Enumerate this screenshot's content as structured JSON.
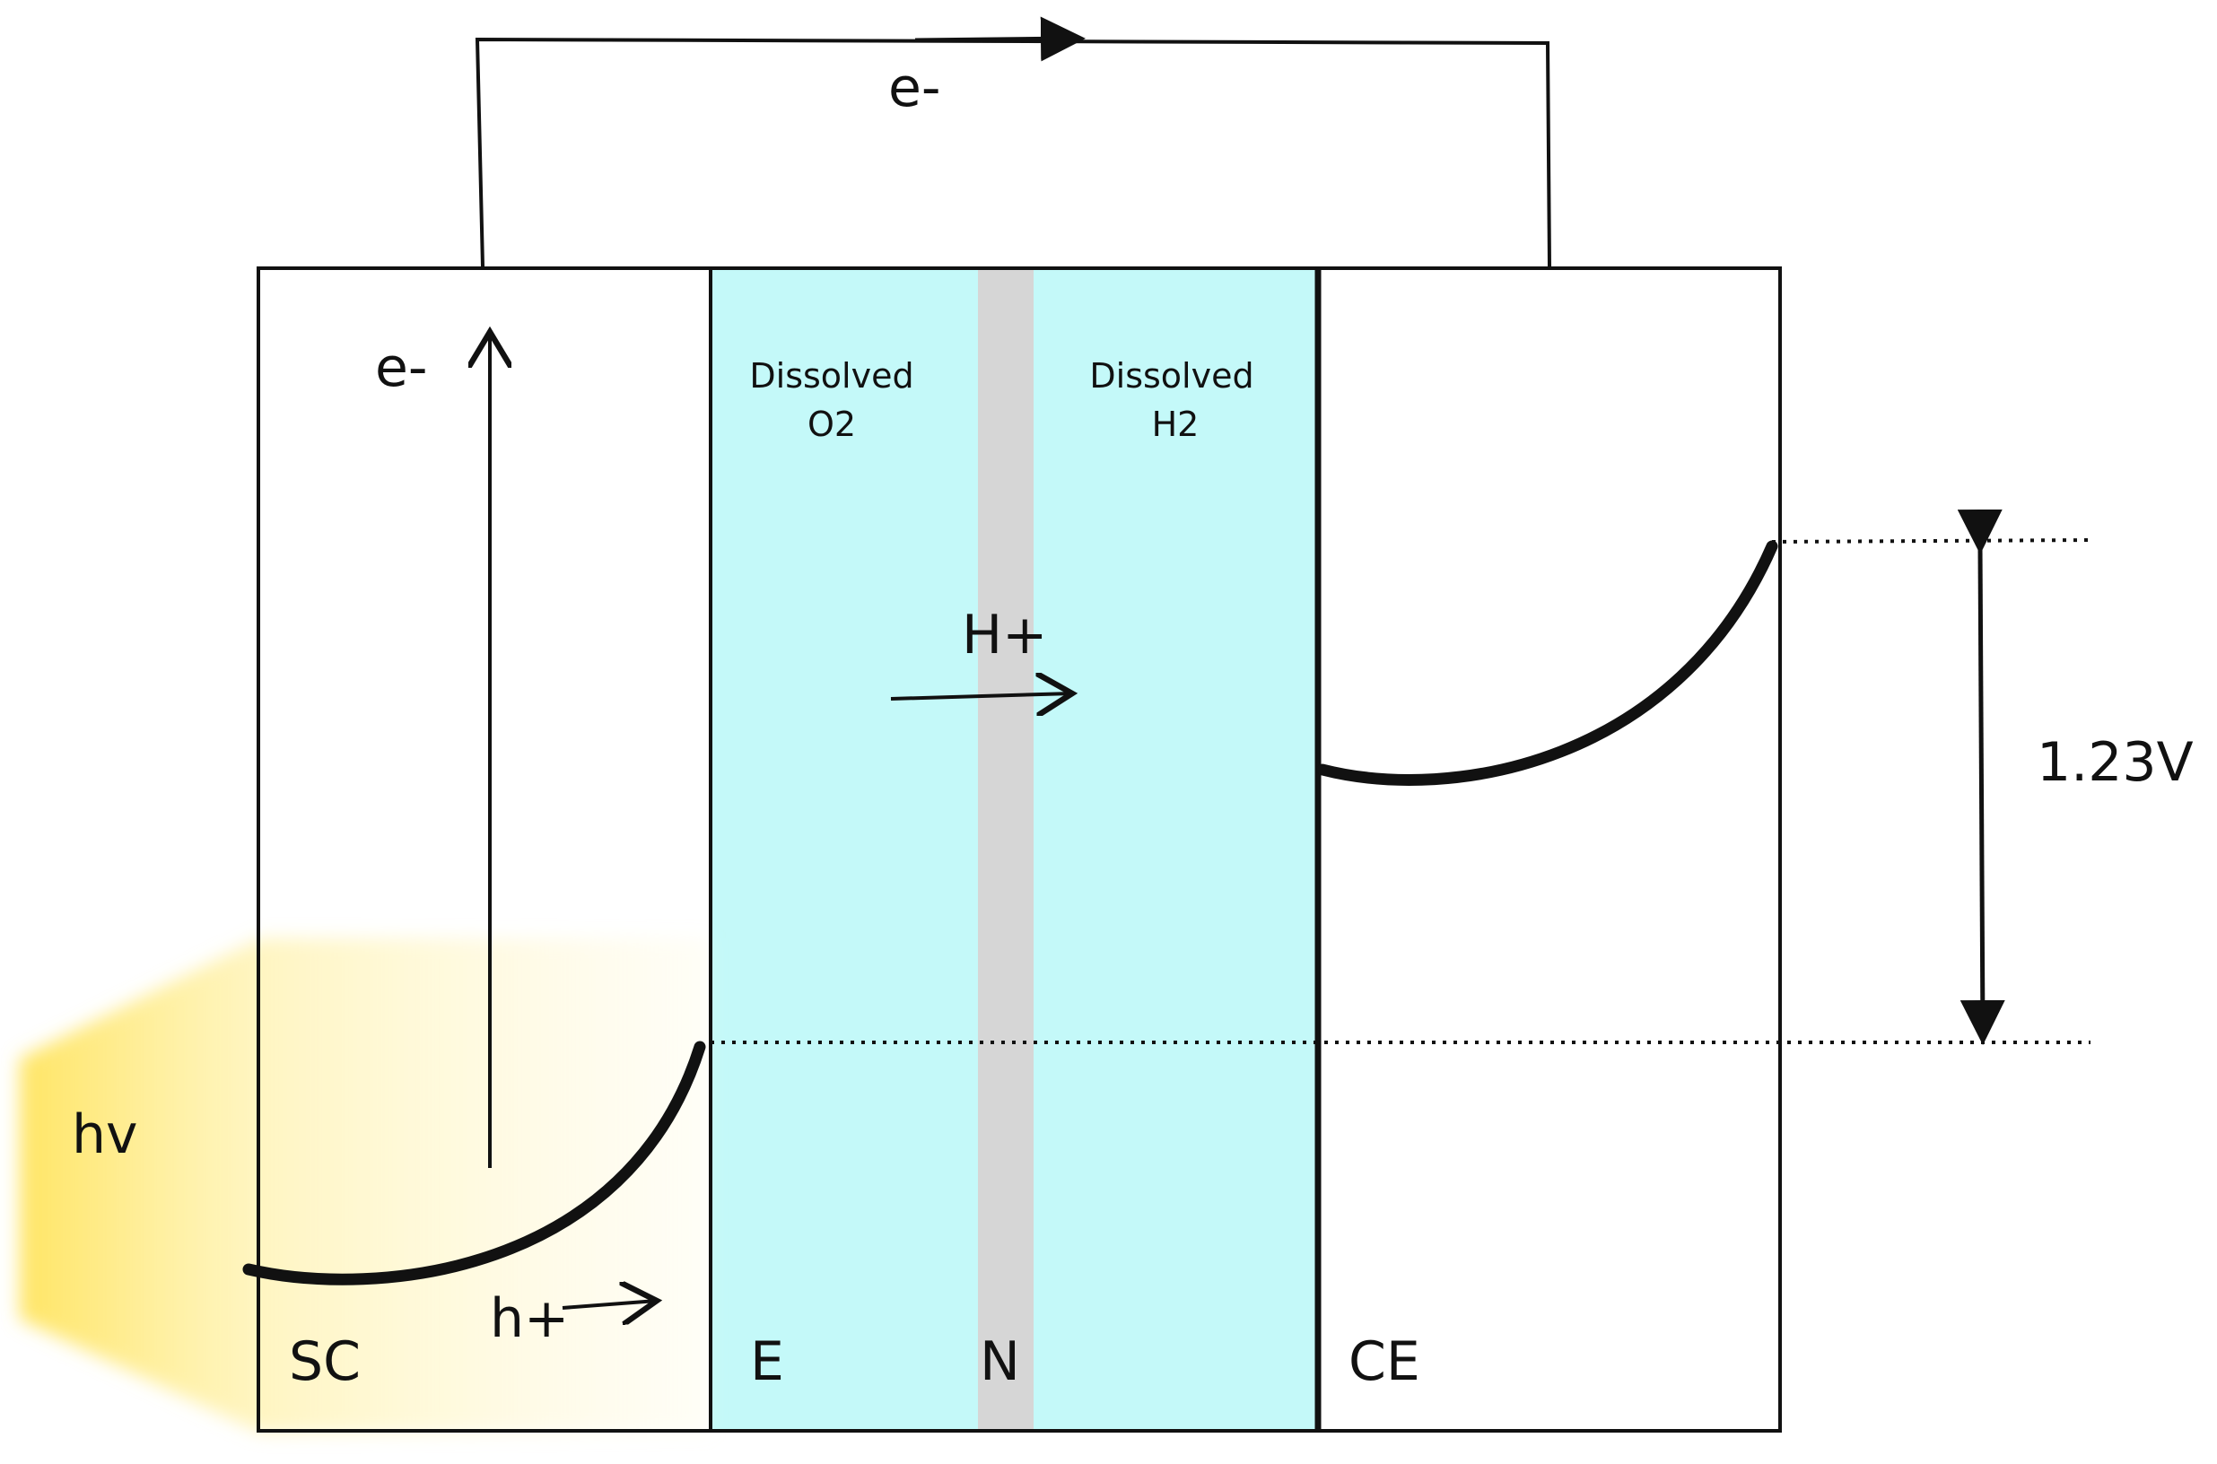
{
  "labels": {
    "external_electron": "e-",
    "sc_electron": "e-",
    "dissolved_o2_line1": "Dissolved",
    "dissolved_o2_line2": "O2",
    "dissolved_h2_line1": "Dissolved",
    "dissolved_h2_line2": "H2",
    "proton": "H+",
    "voltage": "1.23V",
    "light": "hv",
    "hole": "h+",
    "semiconductor": "SC",
    "electrolyte": "E",
    "membrane": "N",
    "counter_electrode": "CE"
  },
  "colors": {
    "electrolyte": "#c4f9f9",
    "membrane": "#d6d6d6",
    "light_glow": "#ffe45c",
    "line": "#111111"
  }
}
